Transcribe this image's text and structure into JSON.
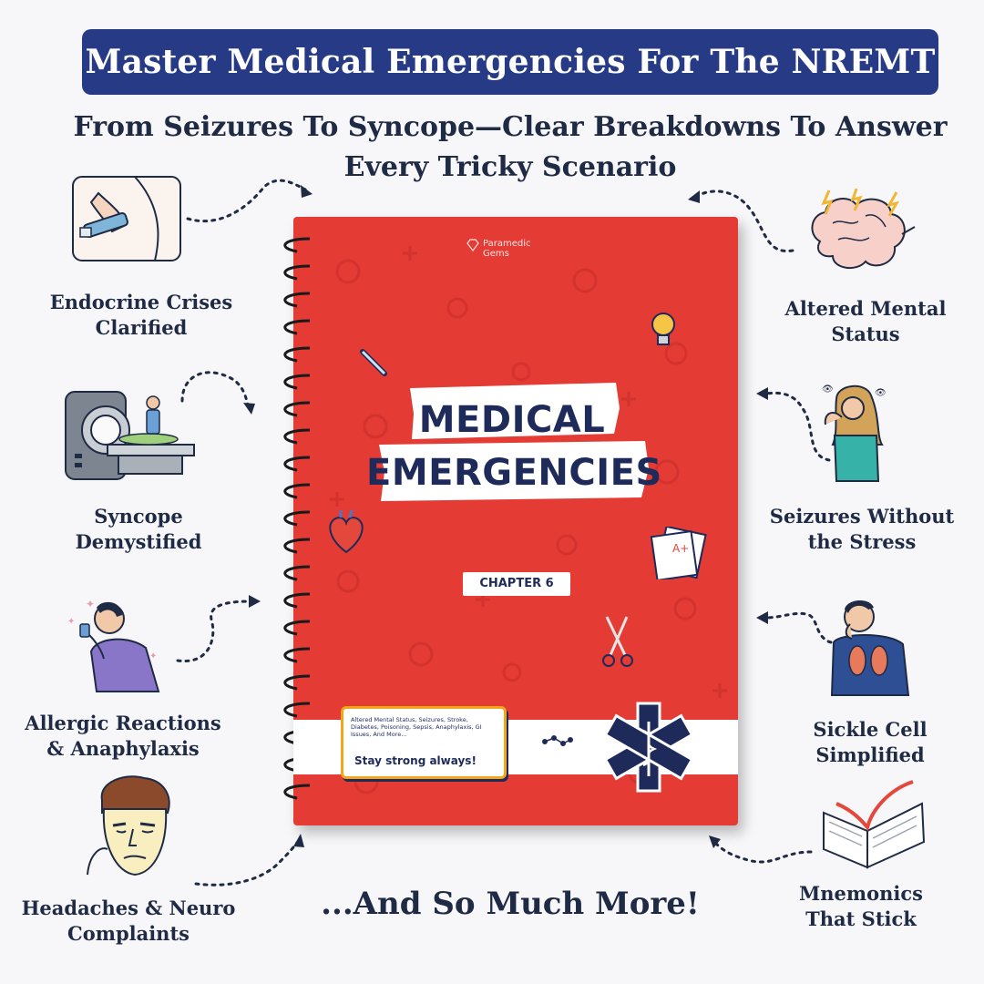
{
  "header": {
    "title": "Master Medical Emergencies For The NREMT"
  },
  "subtitle": {
    "line1": "From Seizures To Syncope—Clear Breakdowns To Answer",
    "line2": "Every Tricky Scenario"
  },
  "left_topics": [
    {
      "line1": "Endocrine Crises",
      "line2": "Clarified",
      "icon": "epipen-injection-icon"
    },
    {
      "line1": "Syncope",
      "line2": "Demystified",
      "icon": "mri-scanner-icon"
    },
    {
      "line1": "Allergic Reactions",
      "line2": "& Anaphylaxis",
      "icon": "inhaler-person-icon"
    },
    {
      "line1": "Headaches & Neuro",
      "line2": "Complaints",
      "icon": "headache-face-icon"
    }
  ],
  "right_topics": [
    {
      "line1": "Altered Mental",
      "line2": "Status",
      "icon": "brain-lightning-icon"
    },
    {
      "line1": "Seizures Without",
      "line2": "the Stress",
      "icon": "stressed-woman-icon"
    },
    {
      "line1": "Sickle Cell",
      "line2": "Simplified",
      "icon": "coughing-man-lungs-icon"
    },
    {
      "line1": "Mnemonics",
      "line2": "That Stick",
      "icon": "open-book-icon"
    }
  ],
  "book": {
    "brand_line1": "Paramedic",
    "brand_line2": "Gems",
    "title_line1": "MEDICAL",
    "title_line2": "EMERGENCIES",
    "chapter": "CHAPTER 6",
    "note_topics": "Altered Mental Status, Seizures, Stroke, Diabetes, Poisoning, Sepsis, Anaphylaxis, GI Issues, And More...",
    "note_motto": "Stay strong always!",
    "cover_color": "#e43b35",
    "accent_color": "#1e2a5a"
  },
  "footer": {
    "text": "...And So Much More!"
  },
  "colors": {
    "banner": "#273a85",
    "text": "#1f2a44",
    "background": "#f7f7f9"
  }
}
